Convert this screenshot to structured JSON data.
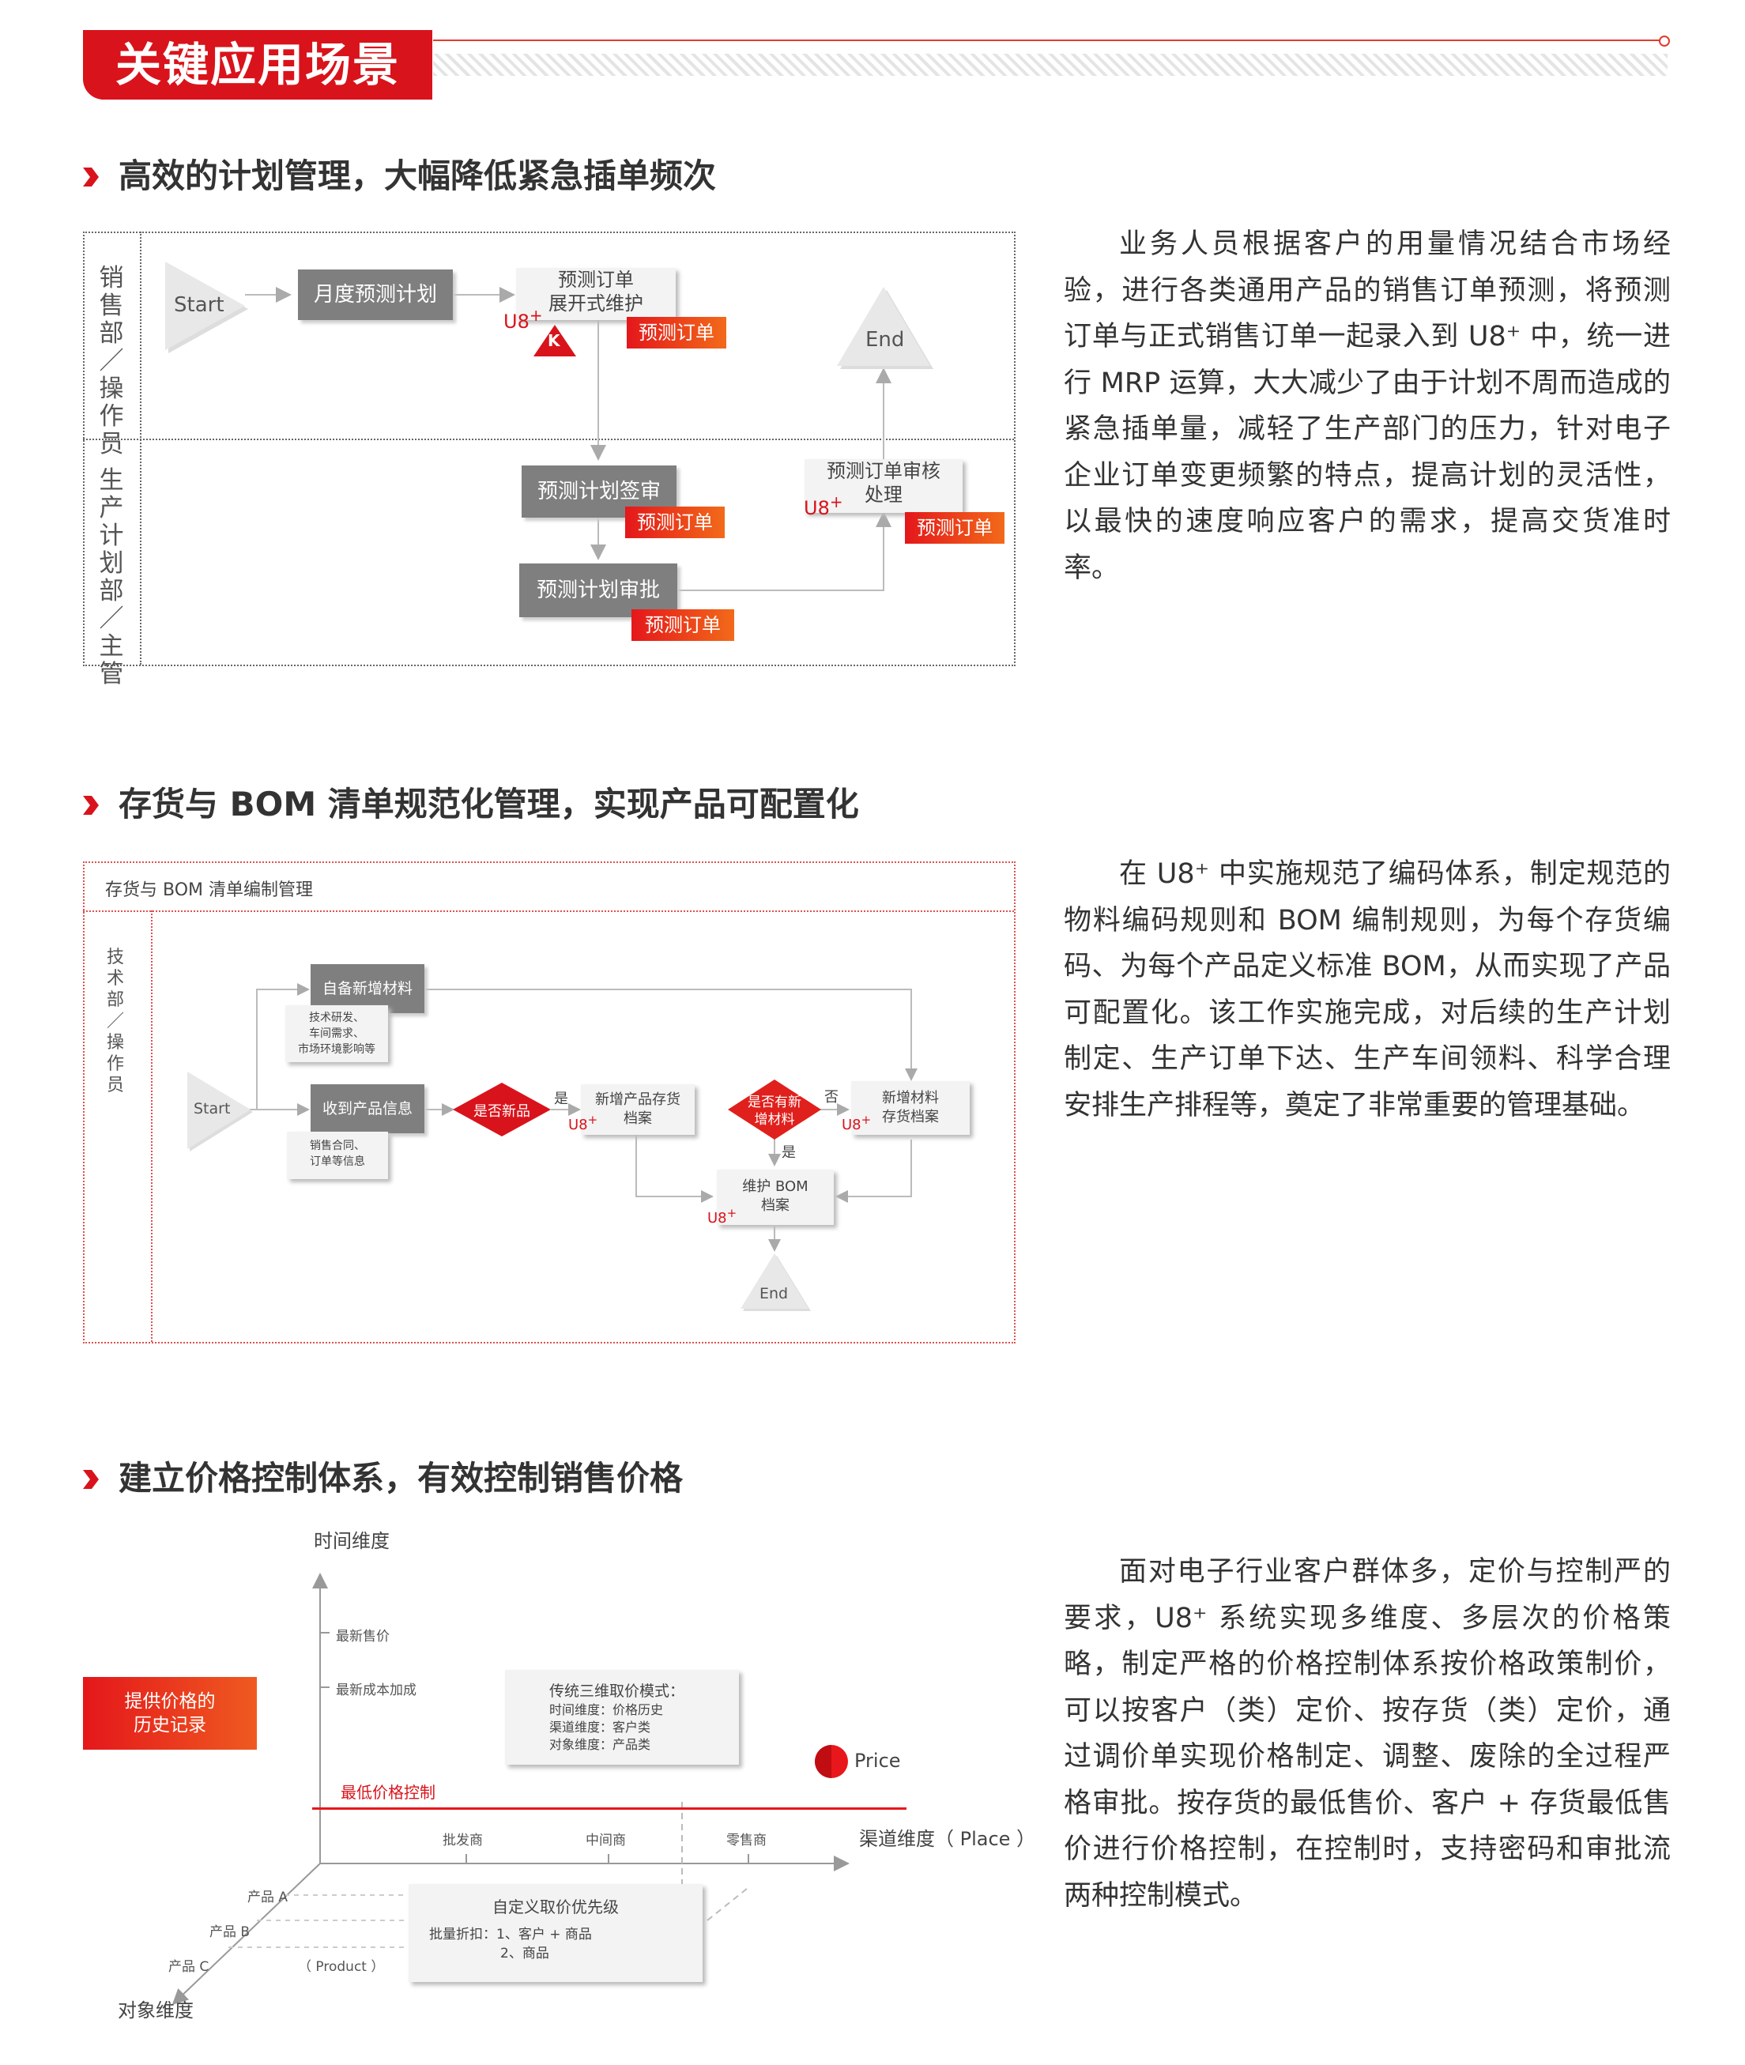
{
  "header": {
    "title": "关键应用场景"
  },
  "section1": {
    "title": "高效的计划管理，大幅降低紧急插单频次",
    "lanes": [
      "销售部／操作员",
      "生产计划部／主管"
    ],
    "nodes": {
      "start": "Start",
      "monthly_plan": "月度预测计划",
      "forecast_order_line1": "预测订单",
      "forecast_order_line2": "展开式维护",
      "k_badge": "K",
      "end": "End",
      "plan_sign": "预测计划签审",
      "plan_approve": "预测计划审批",
      "review_line1": "预测订单审核",
      "review_line2": "处理"
    },
    "tag": "预测订单",
    "u8": "U8",
    "u8_sup": "+",
    "paragraph": "业务人员根据客户的用量情况结合市场经验，进行各类通用产品的销售订单预测，将预测订单与正式销售订单一起录入到 U8⁺ 中，统一进行 MRP 运算，大大减少了由于计划不周而造成的紧急插单量，减轻了生产部门的压力，针对电子企业订单变更频繁的特点，提高计划的灵活性，以最快的速度响应客户的需求，提高交货准时率。"
  },
  "section2": {
    "title": "存货与 BOM 清单规范化管理，实现产品可配置化",
    "frame_title": "存货与 BOM 清单编制管理",
    "lane": "技术部／操作员",
    "nodes": {
      "start": "Start",
      "self_material": "自备新增材料",
      "self_note_line1": "技术研发、",
      "self_note_line2": "车间需求、",
      "self_note_line3": "市场环境影响等",
      "receive_info": "收到产品信息",
      "receive_note_line1": "销售合同、",
      "receive_note_line2": "订单等信息",
      "is_new_product": "是否新品",
      "yes1": "是",
      "new_product_line1": "新增产品存货",
      "new_product_line2": "档案",
      "has_new_material_line1": "是否有新",
      "has_new_material_line2": "增材料",
      "no": "否",
      "new_material_line1": "新增材料",
      "new_material_line2": "存货档案",
      "yes2": "是",
      "bom_line1": "维护 BOM",
      "bom_line2": "档案",
      "end": "End"
    },
    "u8": "U8",
    "u8_sup": "+",
    "paragraph": "在 U8⁺ 中实施规范了编码体系，制定规范的物料编码规则和 BOM 编制规则，为每个存货编码、为每个产品定义标准 BOM，从而实现了产品可配置化。该工作实施完成，对后续的生产计划制定、生产订单下达、生产车间领料、科学合理安排生产排程等，奠定了非常重要的管理基础。"
  },
  "section3": {
    "title": "建立价格控制体系，有效控制销售价格",
    "axis_time": "时间维度",
    "axis_channel": "渠道维度（ Place ）",
    "axis_object": "对象维度",
    "time_ticks": [
      "最新售价",
      "最新成本加成"
    ],
    "history_button_line1": "提供价格的",
    "history_button_line2": "历史记录",
    "traditional_box": {
      "title": "传统三维取价模式：",
      "lines": [
        "时间维度：价格历史",
        "渠道维度：客户类",
        "对象维度：产品类"
      ]
    },
    "price_label": "Price",
    "min_price": "最低价格控制",
    "channels": [
      "批发商",
      "中间商",
      "零售商"
    ],
    "products": [
      "产品 A",
      "产品 B",
      "产品 C"
    ],
    "product_axis": "（ Product ）",
    "custom_box": {
      "title": "自定义取价优先级",
      "line1": "批量折扣：1、客户 + 商品",
      "line2": "2、商品"
    },
    "paragraph": "面对电子行业客户群体多，定价与控制严的要求，U8⁺ 系统实现多维度、多层次的价格策略，制定严格的价格控制体系按价格政策制价，可以按客户（类）定价、按存货（类）定价，通过调价单实现价格制定、调整、废除的全过程严格审批。按存货的最低售价、客户 + 存货最低售价进行价格控制，在控制时，支持密码和审批流两种控制模式。"
  },
  "colors": {
    "accent": "#d9131b",
    "tag_gradient_end": "#f26a1a",
    "box_gray": "#7f7f7f"
  }
}
